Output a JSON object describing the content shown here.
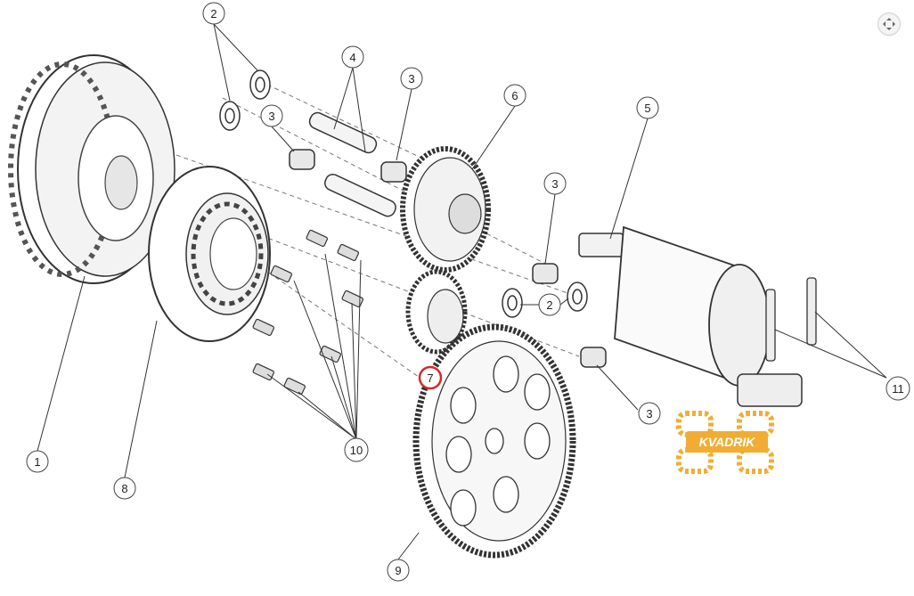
{
  "diagram": {
    "callouts": [
      {
        "id": "c1",
        "label": "1"
      },
      {
        "id": "c2a",
        "label": "2"
      },
      {
        "id": "c2b",
        "label": "2"
      },
      {
        "id": "c3a",
        "label": "3"
      },
      {
        "id": "c3b",
        "label": "3"
      },
      {
        "id": "c3c",
        "label": "3"
      },
      {
        "id": "c3d",
        "label": "3"
      },
      {
        "id": "c4",
        "label": "4"
      },
      {
        "id": "c5",
        "label": "5"
      },
      {
        "id": "c6",
        "label": "6"
      },
      {
        "id": "c7",
        "label": "7"
      },
      {
        "id": "c8",
        "label": "8"
      },
      {
        "id": "c9",
        "label": "9"
      },
      {
        "id": "c10",
        "label": "10"
      },
      {
        "id": "c11",
        "label": "11"
      }
    ],
    "highlight_color": "#d62828"
  },
  "watermark": {
    "text": "KVADRIK",
    "color": "#f0a51e"
  },
  "zoom_icon": "zoom-expand-icon"
}
